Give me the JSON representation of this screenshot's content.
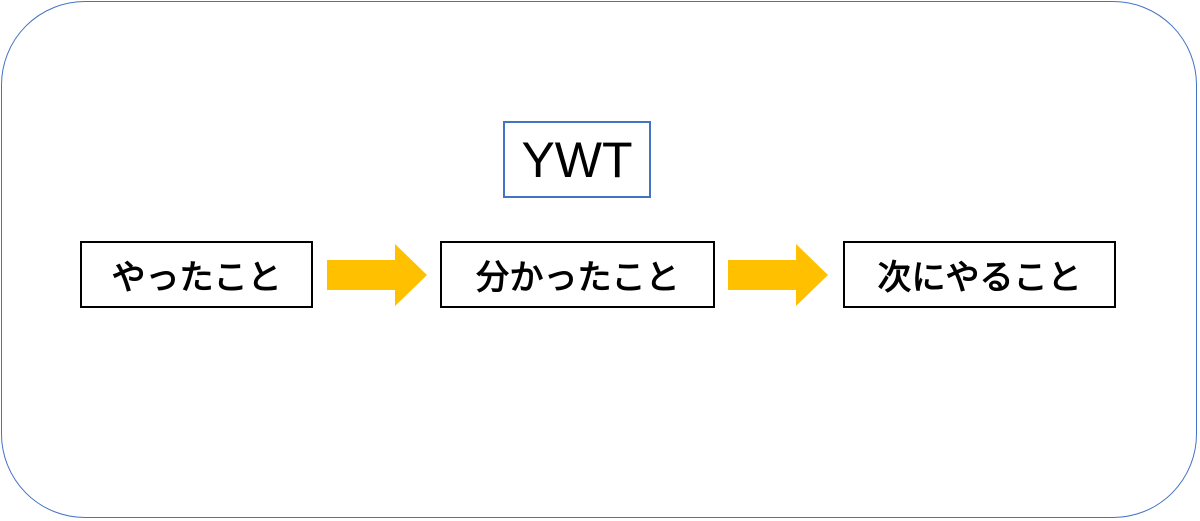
{
  "title": "YWT",
  "steps": [
    {
      "label": "やったこと"
    },
    {
      "label": "分かったこと"
    },
    {
      "label": "次にやること"
    }
  ],
  "colors": {
    "frame_border": "#4472c4",
    "title_border": "#4472c4",
    "step_border": "#000000",
    "arrow_fill": "#ffc000"
  },
  "icons": {
    "arrow": "right-block-arrow"
  }
}
